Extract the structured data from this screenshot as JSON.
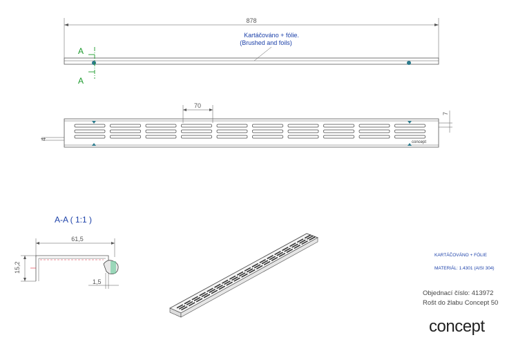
{
  "top_view": {
    "dim_length": "878",
    "finish_cz": "Kartáčováno + fólie.",
    "finish_en": "(Brushed and foils)",
    "section_mark_top": "A",
    "section_mark_bottom": "A"
  },
  "front_view": {
    "dim_slot_length": "70",
    "dim_right": "7",
    "dim_left": "4",
    "brand_small": "concept",
    "slot_rows": 3,
    "slot_groups": 10
  },
  "section": {
    "title": "A-A ( 1:1 )",
    "dim_width": "61,5",
    "dim_height": "15,2",
    "dim_thickness": "1,5"
  },
  "notes": {
    "line1": "KARTÁČOVÁNO + FÓLIE",
    "line2": "MATERIÁL: 1.4301 (AISI 304)"
  },
  "order": {
    "number_line": "Objednací číslo: 413972",
    "product_line": "Rošt do žlabu Concept 50"
  },
  "logo": {
    "text": "concept"
  },
  "colors": {
    "line": "#555555",
    "blue_text": "#1a3fa8",
    "green_marker": "#1a9a2a",
    "pin": "#2b7a8c"
  }
}
